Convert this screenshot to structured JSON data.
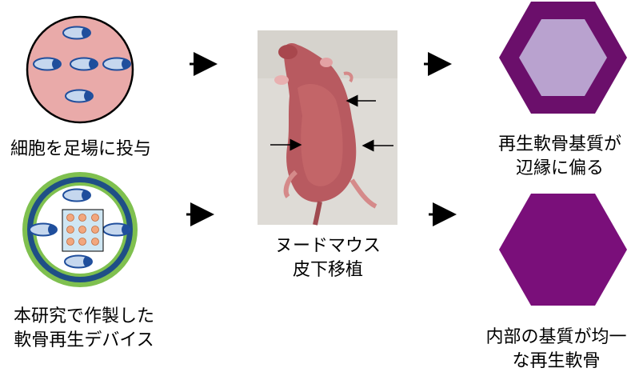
{
  "labels": {
    "scaffold_only": "細胞を足場に投与",
    "device_line1": "本研究で作製した",
    "device_line2": "軟骨再生デバイス",
    "mouse_line1": "ヌードマウス",
    "mouse_line2": "皮下移植",
    "result_top_line1": "再生軟骨基質が",
    "result_top_line2": "辺縁に偏る",
    "result_bottom_line1": "内部の基質が均一",
    "result_bottom_line2": "な再生軟骨"
  },
  "colors": {
    "scaffold_fill": "#e9aaa9",
    "cell_fill": "#c5d7ee",
    "nucleus": "#1f4e9c",
    "device_green": "#7fc04f",
    "device_blue": "#1f4f86",
    "inner_square": "#cfe6f3",
    "inner_cell": "#f2a77e",
    "hex_outer": "#6b0f6b",
    "hex_light": "#b9a2cf",
    "hex_solid": "#7a0f7a"
  }
}
